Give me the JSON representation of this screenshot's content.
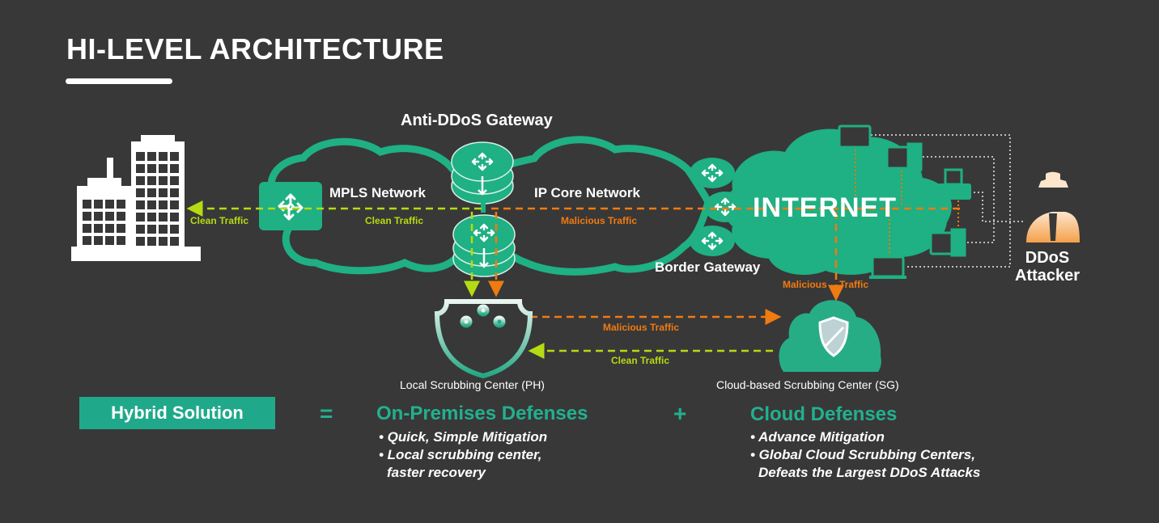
{
  "header": {
    "title": "HI-LEVEL ARCHITECTURE"
  },
  "colors": {
    "background": "#383838",
    "green": "#1fb083",
    "orange": "#f07b10",
    "lime": "#b5db12",
    "white": "#ffffff"
  },
  "nodes": {
    "anti_ddos_gateway": "Anti-DDoS Gateway",
    "mpls_network": "MPLS Network",
    "ip_core_network": "IP Core Network",
    "internet": "INTERNET",
    "border_gateway": "Border Gateway",
    "ddos_attacker": [
      "DDoS",
      "Attacker"
    ],
    "local_scrubbing": "Local Scrubbing Center (PH)",
    "cloud_scrubbing": "Cloud-based Scrubbing Center (SG)"
  },
  "flows": {
    "clean_to_building": "Clean Traffic",
    "clean_mpls": "Clean Traffic",
    "malicious_ip_core": "Malicious Traffic",
    "malicious_internet_a": "Malicious",
    "malicious_internet_b": "Traffic",
    "malicious_to_cloud": "Malicious Traffic",
    "clean_from_cloud": "Clean Traffic"
  },
  "summary": {
    "hybrid_label": "Hybrid Solution",
    "equals": "=",
    "plus": "+",
    "on_prem": {
      "heading": "On-Premises Defenses",
      "bullets": [
        "• Quick, Simple Mitigation",
        "• Local scrubbing center,",
        "  faster recovery"
      ]
    },
    "cloud": {
      "heading": "Cloud Defenses",
      "bullets": [
        "• Advance Mitigation",
        "• Global Cloud Scrubbing Centers,",
        "  Defeats the Largest DDoS Attacks"
      ]
    }
  }
}
